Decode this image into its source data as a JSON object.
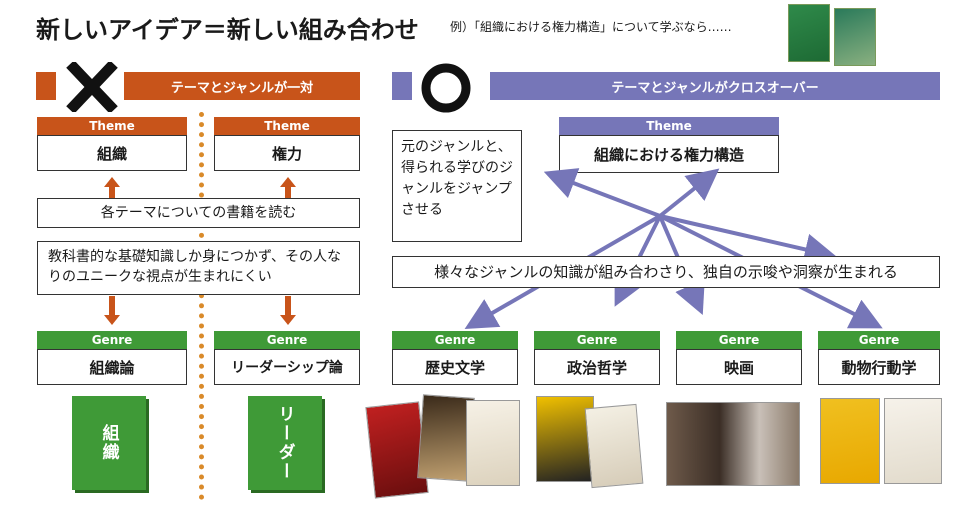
{
  "header": {
    "title": "新しいアイデア＝新しい組み合わせ",
    "subtitle": "例）「組織における権力構造」について学ぶなら……"
  },
  "left_panel": {
    "symbol": "✕",
    "banner": "テーマとジャンルが一対",
    "theme_label": "Theme",
    "themes": [
      "組織",
      "権力"
    ],
    "read_books": "各テーマについての書籍を読む",
    "note": "教科書的な基礎知識しか身につかず、その人なりのユニークな視点が生まれにくい",
    "genre_label": "Genre",
    "genres": [
      "組織論",
      "リーダーシップ論"
    ],
    "books": [
      "組織",
      "リーダー"
    ]
  },
  "right_panel": {
    "symbol": "○",
    "banner": "テーマとジャンルがクロスオーバー",
    "theme_label": "Theme",
    "theme": "組織における権力構造",
    "jump_note": "元のジャンルと、得られる学びのジャンルをジャンプさせる",
    "insight": "様々なジャンルの知識が組み合わさり、独自の示唆や洞察が生まれる",
    "genre_label": "Genre",
    "genres": [
      "歴史文学",
      "政治哲学",
      "映画",
      "動物行動学"
    ]
  },
  "colors": {
    "orange": "#c8541a",
    "purple": "#7676b8",
    "green": "#3f9a37",
    "dots": "#d98a2a"
  }
}
